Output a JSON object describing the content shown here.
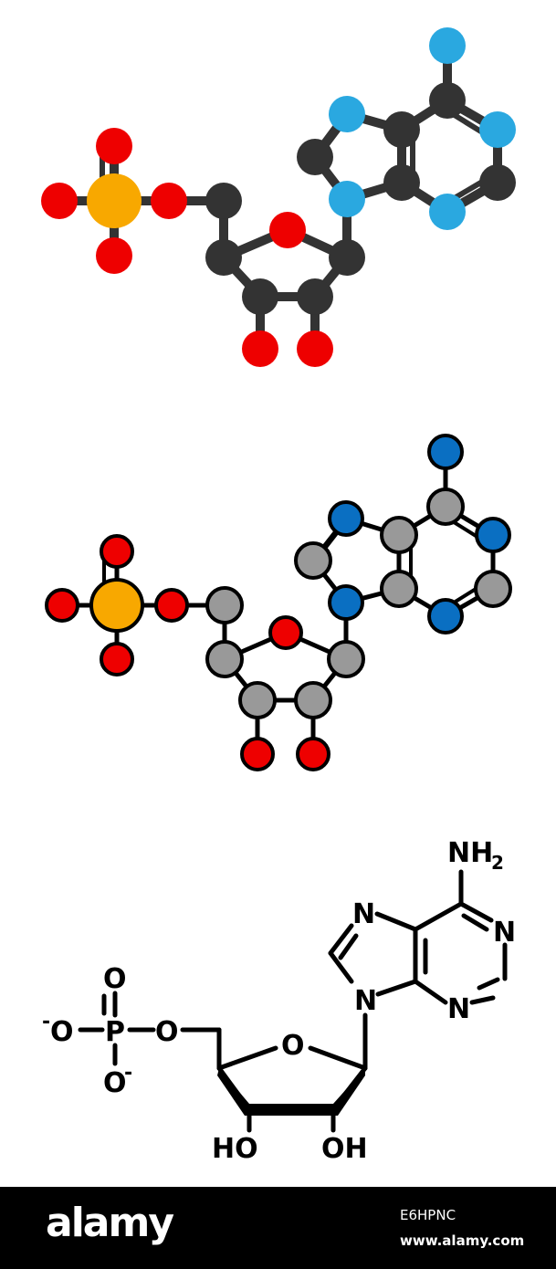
{
  "colors": {
    "carbon_flat": "#333333",
    "carbon_outlined": "#999999",
    "nitrogen_flat": "#2aa8e0",
    "nitrogen_outlined": "#0a6fc2",
    "oxygen": "#ee0000",
    "phosphorus": "#f8a800",
    "background": "#ffffff",
    "footer_bg": "#000000"
  },
  "structural_labels": {
    "amine": "NH",
    "amine_subscript": "2",
    "purine_n7": "N",
    "purine_n1": "N",
    "purine_n3": "N",
    "purine_n9": "N",
    "phosphate_o_double": "O",
    "phosphate_p": "P",
    "phosphate_o_left": "O",
    "phosphate_o_bridge": "O",
    "phosphate_o_bottom": "O",
    "charge_left": "-",
    "charge_bottom": "-",
    "ring_o": "O",
    "hydroxyl_left": "HO",
    "hydroxyl_right": "OH"
  },
  "footer": {
    "brand": "alamy",
    "stock_id": "E6HPNC",
    "url": "www.alamy.com"
  }
}
